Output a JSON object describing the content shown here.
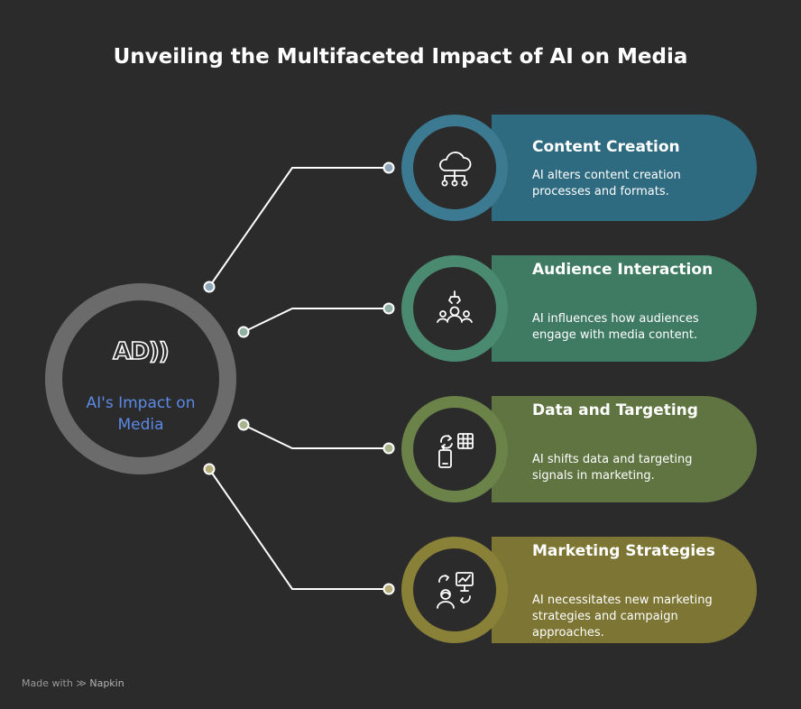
{
  "title": "Unveiling the Multifaceted Impact of AI on Media",
  "hub": {
    "logo_text": "AD",
    "logo_suffix": "))",
    "label": "AI's Impact on Media",
    "label_color": "#5b8ae6",
    "ring_color": "#6b6b6b"
  },
  "items": [
    {
      "title": "Content Creation",
      "description": "AI alters content creation processes and formats.",
      "color": "#2f6b80",
      "ring": "#3b7a91",
      "dot": "#8fa7b8",
      "icon": "cloud-network-icon"
    },
    {
      "title": "Audience Interaction",
      "description": "AI influences how audiences engage with media content.",
      "color": "#3f7a62",
      "ring": "#4a8a70",
      "dot": "#8fb0a2",
      "icon": "robot-arm-people-icon"
    },
    {
      "title": "Data and Targeting",
      "description": "AI shifts data and targeting signals in marketing.",
      "color": "#5f7440",
      "ring": "#6b8249",
      "dot": "#a7b48d",
      "icon": "phone-table-icon"
    },
    {
      "title": "Marketing Strategies",
      "description": "AI necessitates new marketing strategies and campaign approaches.",
      "color": "#7d7533",
      "ring": "#8a8139",
      "dot": "#b5ae7a",
      "icon": "presentation-person-icon"
    }
  ],
  "footer": {
    "prefix": "Made with",
    "brand": "Napkin"
  }
}
